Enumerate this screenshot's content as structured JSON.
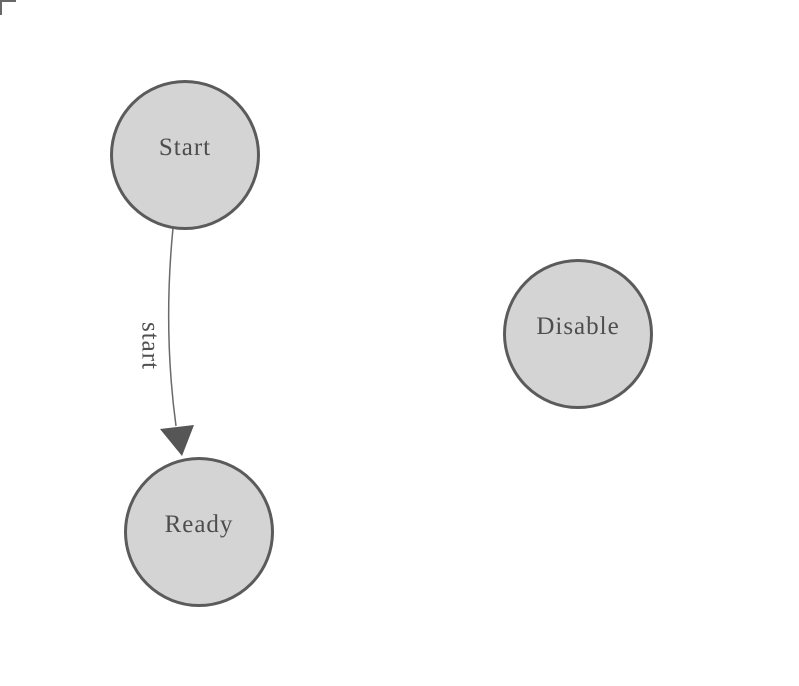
{
  "diagram": {
    "type": "state-machine",
    "nodes": [
      {
        "id": "start",
        "label": "Start"
      },
      {
        "id": "ready",
        "label": "Ready"
      },
      {
        "id": "disable",
        "label": "Disable"
      }
    ],
    "edges": [
      {
        "from": "start",
        "to": "ready",
        "label": "start"
      }
    ],
    "colors": {
      "background": "#ffffff",
      "node_fill": "#d4d4d4",
      "node_stroke": "#5b5b5b",
      "node_text": "#4d4d4d",
      "edge_stroke": "#6a6a6a",
      "arrowhead_fill": "#565656",
      "edge_label_text": "#4f4f4f",
      "corner_mark": "#686868"
    }
  }
}
